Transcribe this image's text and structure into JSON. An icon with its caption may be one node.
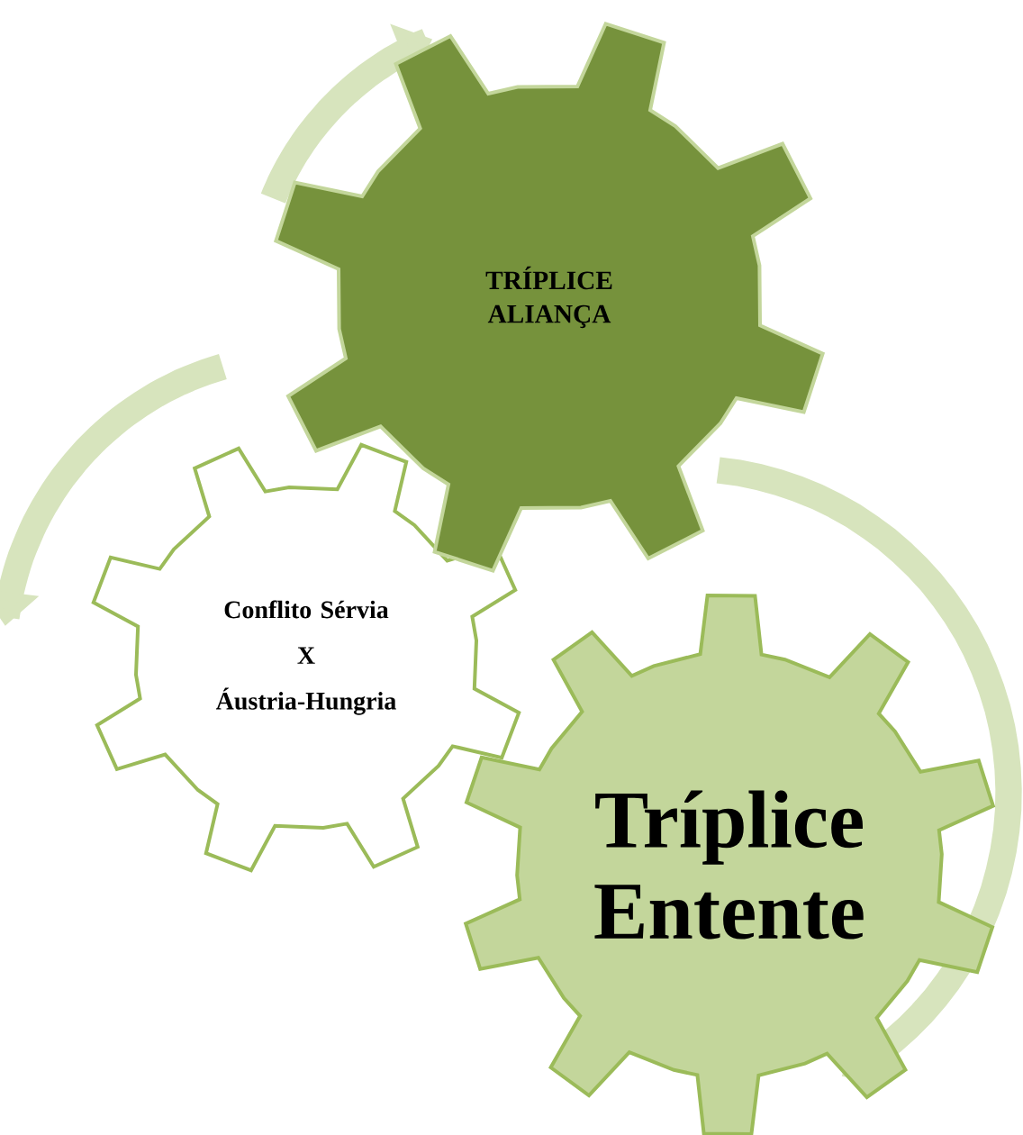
{
  "diagram": {
    "nodes": [
      {
        "text": [
          "TRÍPLICE ALIANÇA"
        ]
      },
      {
        "text": [
          "Conflito Sérvia",
          "X",
          "Áustria-Hungria"
        ]
      },
      {
        "text": [
          "Tríplice Entente"
        ]
      }
    ]
  }
}
